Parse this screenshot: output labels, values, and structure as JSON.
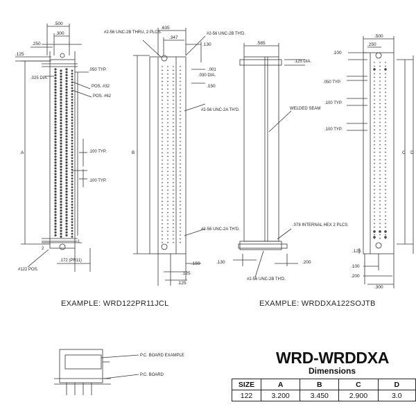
{
  "examples": [
    {
      "label": "EXAMPLE:  WRD122PR11JCL"
    },
    {
      "label": "EXAMPLE:  WRDDXA122SOJTB"
    }
  ],
  "heading": {
    "title": "WRD-WRDDXA",
    "subtitle": "Dimensions"
  },
  "table": {
    "headers": [
      "SIZE",
      "A",
      "B",
      "C",
      "D"
    ],
    "rows": [
      [
        "122",
        "3.200",
        "3.450",
        "2.900",
        "3.0"
      ]
    ]
  },
  "drawing1": {
    "dims": [
      ".500",
      ".300",
      ".250",
      ".125",
      ".050 TYP.",
      ".025 DIA.",
      "POS. #32",
      "POS. #62",
      ".100 TYP.",
      ".100 TYP.",
      "A",
      "#122 POS.",
      ".172 (PR11)",
      "1",
      "2"
    ]
  },
  "drawing2": {
    "dims": [
      ".635",
      ".347",
      ".130",
      "#2-56 UNC-2B THRU, 2 PLCS.",
      "#2-56 UNC-2B TH'D.",
      ".001",
      ".030 DIA.",
      ".150",
      "#2-56 UNC-2A TH'D.",
      "#2-56 UNC-2A TH'D.",
      "B",
      ".159",
      ".125",
      ".125",
      ".585",
      ".125 DIA.",
      "WELDED SEAM",
      ".078 INTERNAL HEX 2 PLCS.",
      ".130",
      ".200",
      "#2-56 UNC-2B TH'D."
    ]
  },
  "drawing3": {
    "dims": [
      ".500",
      ".250",
      ".100",
      ".050 TYP.",
      ".100 TYP.",
      ".100 TYP.",
      "C",
      "D",
      ".125",
      ".100",
      ".200",
      ".300"
    ]
  },
  "drawing4": {
    "dims": [
      "P.C. BOARD EXAMPLE",
      "P.C. BOARD"
    ]
  }
}
